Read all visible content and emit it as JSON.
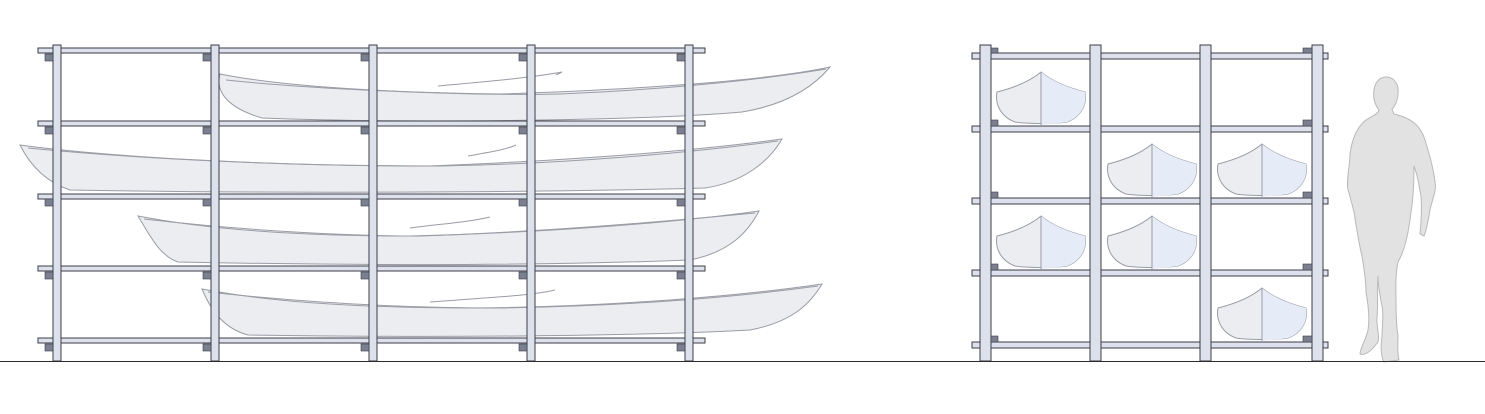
{
  "drawing": {
    "colors": {
      "post_fill": "#dde1ec",
      "rail_fill": "#dde1ec",
      "outline": "#3a3d48",
      "bracket": "#7b8091",
      "hull_fill": "#ecedf1",
      "hull_highlight": "#e5ecf7",
      "hull_stroke": "#9a9ca6",
      "person_fill": "#e2e2e2",
      "person_stroke": "#b9b9b9",
      "ground": "#2b2b2b"
    },
    "side_elevation": {
      "posts": 5,
      "tiers": 5,
      "kayaks_on_tiers": 4
    },
    "end_elevation": {
      "bays": 3,
      "tiers": 5,
      "hull_slots": [
        {
          "tier": 1,
          "bay": 1
        },
        {
          "tier": 2,
          "bay": 2
        },
        {
          "tier": 2,
          "bay": 3
        },
        {
          "tier": 3,
          "bay": 1
        },
        {
          "tier": 3,
          "bay": 2
        },
        {
          "tier": 4,
          "bay": 3
        }
      ]
    },
    "scale_figure": "standing-person-silhouette"
  }
}
